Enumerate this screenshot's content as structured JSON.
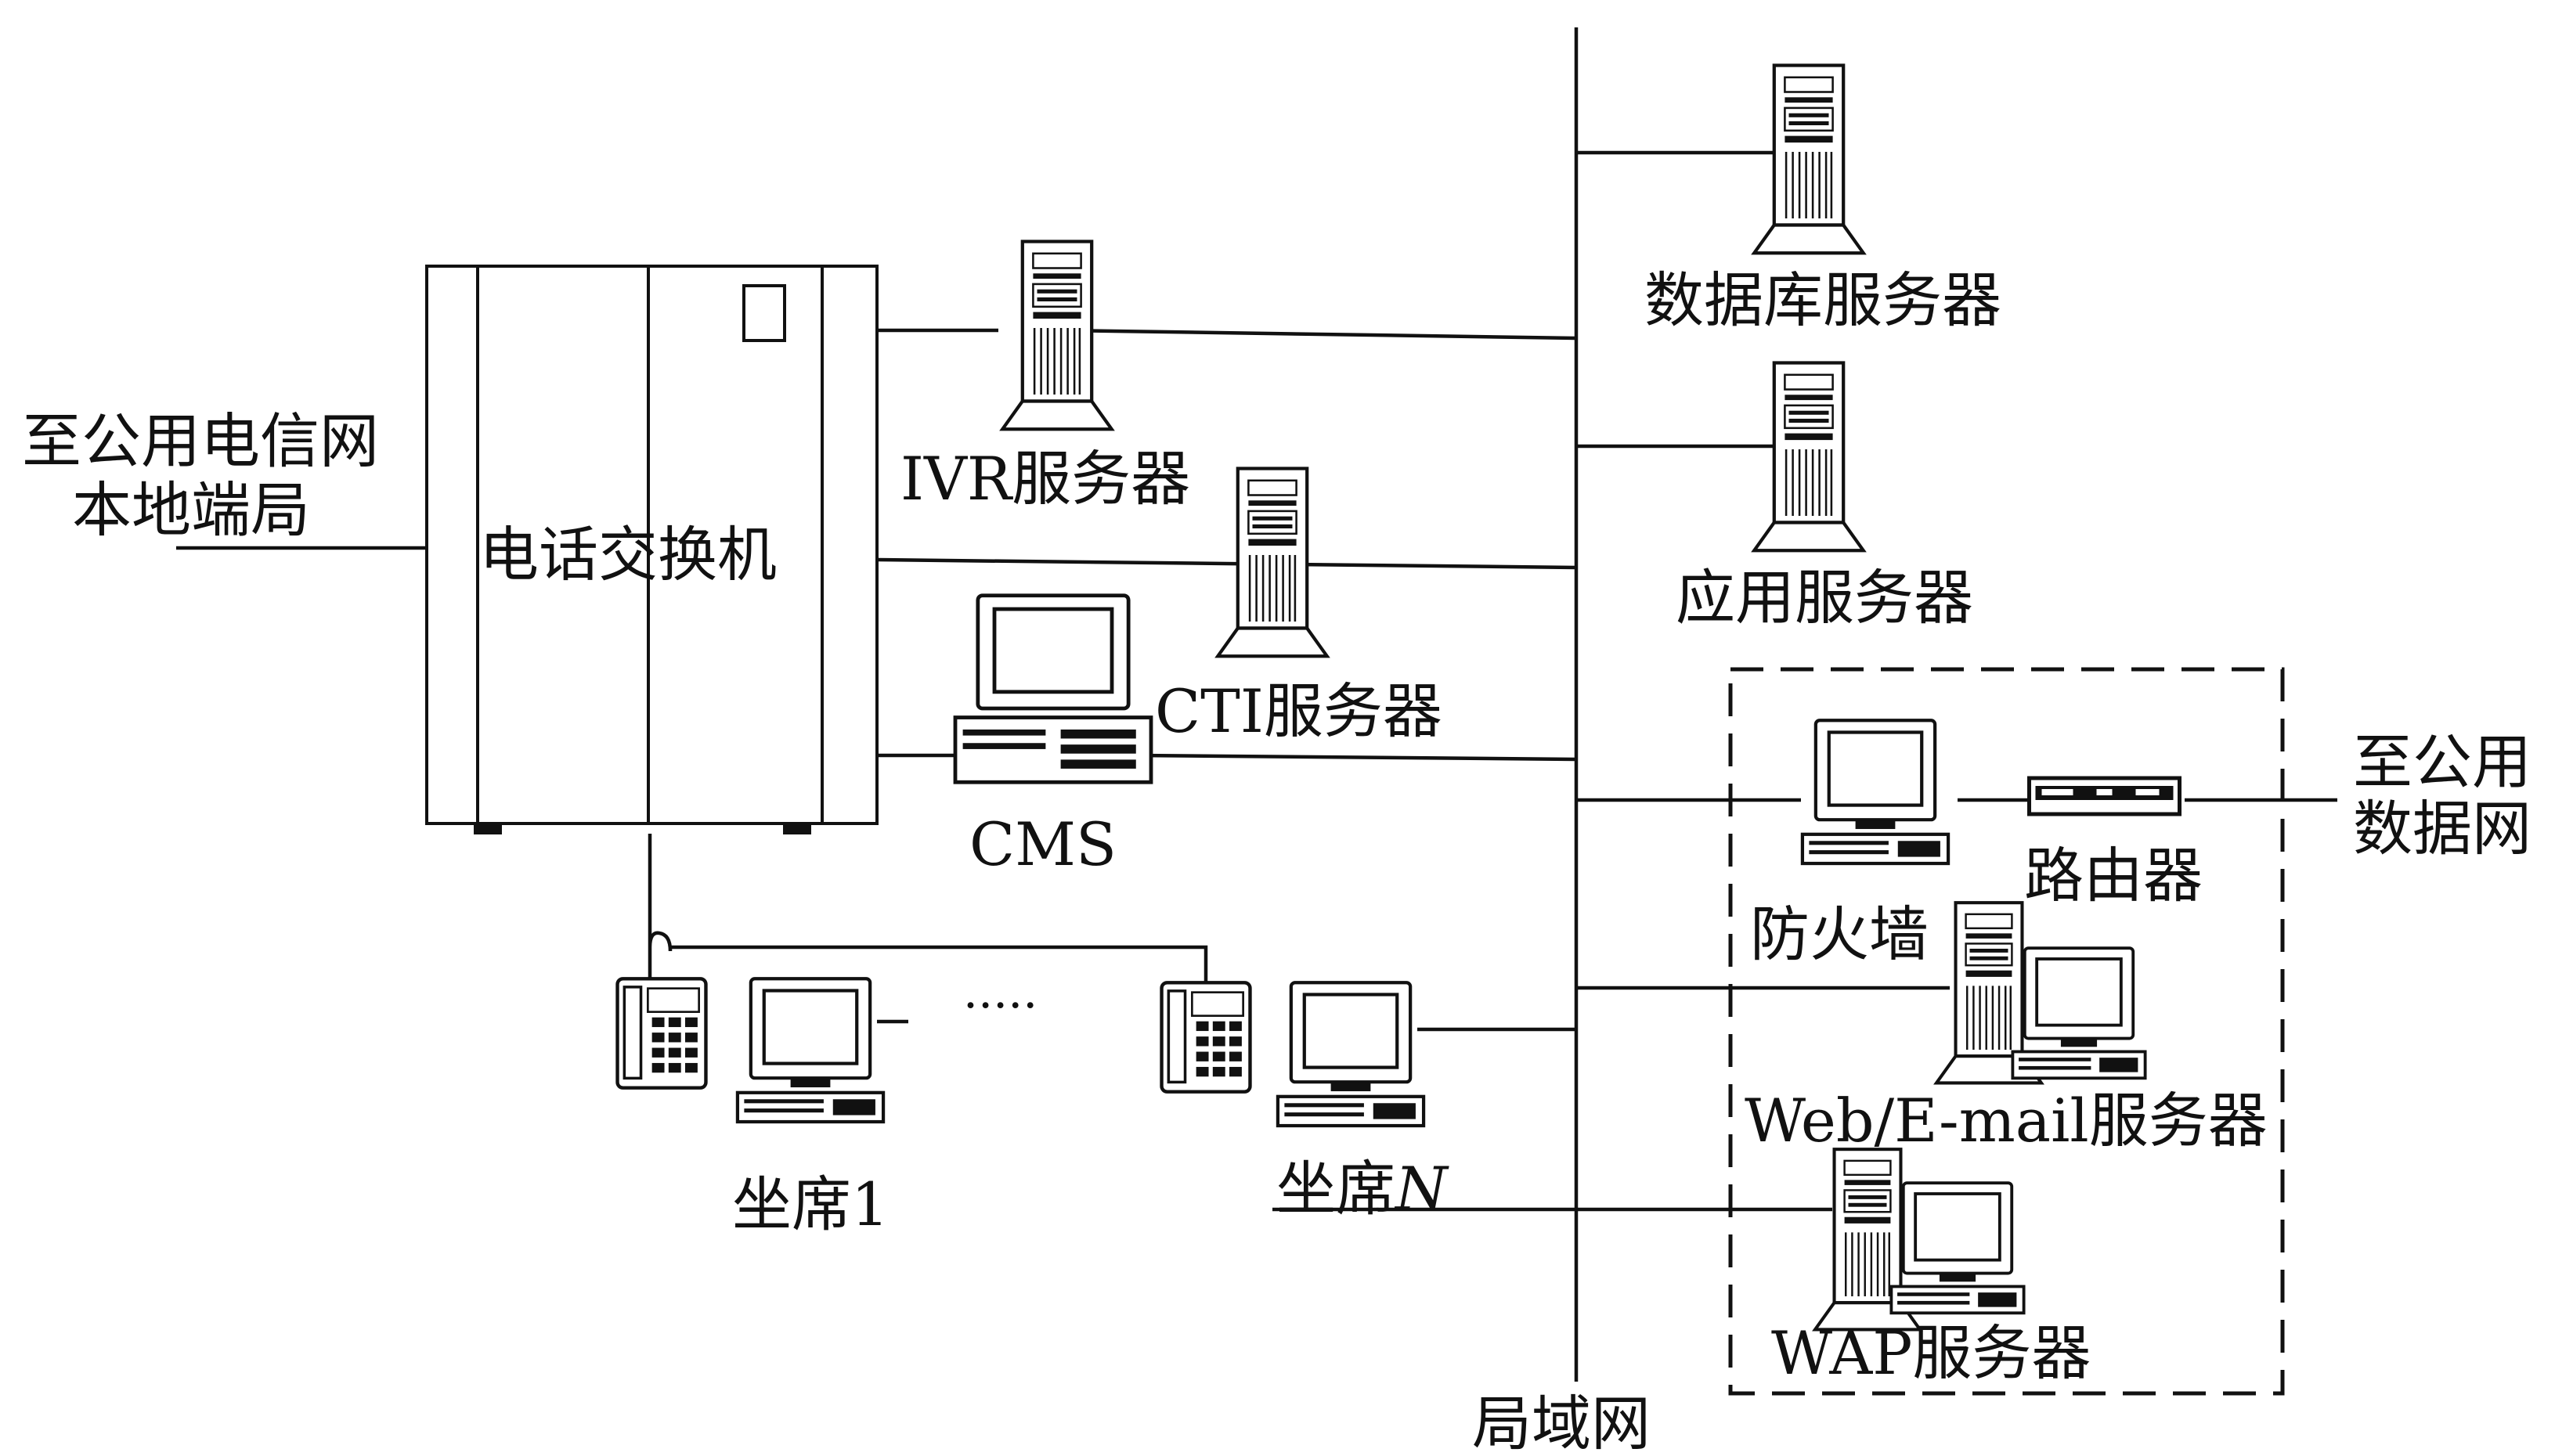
{
  "labels": {
    "public_telecom_line1": "至公用电信网",
    "public_telecom_line2": "本地端局",
    "pbx": "电话交换机",
    "ivr_server": "IVR服务器",
    "cti_server": "CTI服务器",
    "cms": "CMS",
    "db_server": "数据库服务器",
    "app_server": "应用服务器",
    "firewall": "防火墙",
    "router": "路由器",
    "public_data_line1": "至公用",
    "public_data_line2": "数据网",
    "web_email_server": "Web/E-mail服务器",
    "wap_server": "WAP服务器",
    "seat_1": "坐席1",
    "seat_n_prefix": "坐席",
    "seat_n_suffix": "N",
    "ellipsis": "·····",
    "lan": "局域网"
  },
  "colors": {
    "ink": "#111111",
    "background": "#ffffff"
  },
  "icons": [
    "tower-server-icon",
    "desktop-computer-icon",
    "telephone-icon",
    "router-icon"
  ]
}
